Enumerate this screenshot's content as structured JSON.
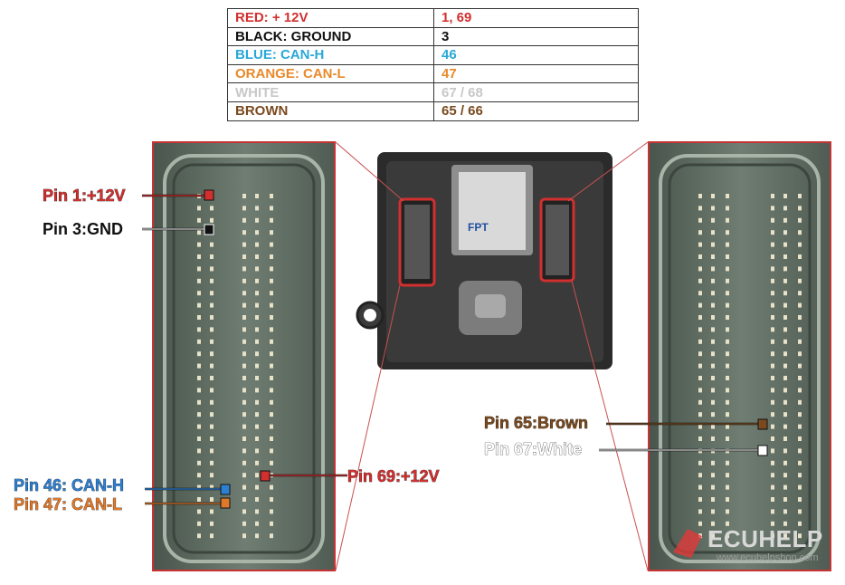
{
  "legend": {
    "rows": [
      {
        "wire": "RED: + 12V",
        "pins": "1, 69",
        "color": "#d32f2f"
      },
      {
        "wire": "BLACK: GROUND",
        "pins": "3",
        "color": "#111111"
      },
      {
        "wire": "BLUE: CAN-H",
        "pins": "46",
        "color": "#29a8d8"
      },
      {
        "wire": "ORANGE: CAN-L",
        "pins": "47",
        "color": "#e88a2a"
      },
      {
        "wire": "WHITE",
        "pins": "67 / 68",
        "color": "#c8c8c8"
      },
      {
        "wire": "BROWN",
        "pins": "65 / 66",
        "color": "#7a4a1e"
      }
    ]
  },
  "pins": {
    "pin1": {
      "label": "Pin 1:+12V",
      "color": "#d32f2f"
    },
    "pin3": {
      "label": "Pin 3:GND",
      "color": "#111111"
    },
    "pin46": {
      "label": "Pin 46: CAN-H",
      "color": "#2d7fd0"
    },
    "pin47": {
      "label": "Pin 47: CAN-L",
      "color": "#e0782a"
    },
    "pin69": {
      "label": "Pin 69:+12V",
      "color": "#d32f2f"
    },
    "pin65": {
      "label": "Pin 65:Brown",
      "color": "#7a4a1e"
    },
    "pin67": {
      "label": "Pin 67:White",
      "color": "#ffffff"
    }
  },
  "ecu_label": "FPT",
  "brand": {
    "name": "ECUHELP",
    "url": "www.ecuhelpshop.com",
    "color": "#e03a3a"
  }
}
